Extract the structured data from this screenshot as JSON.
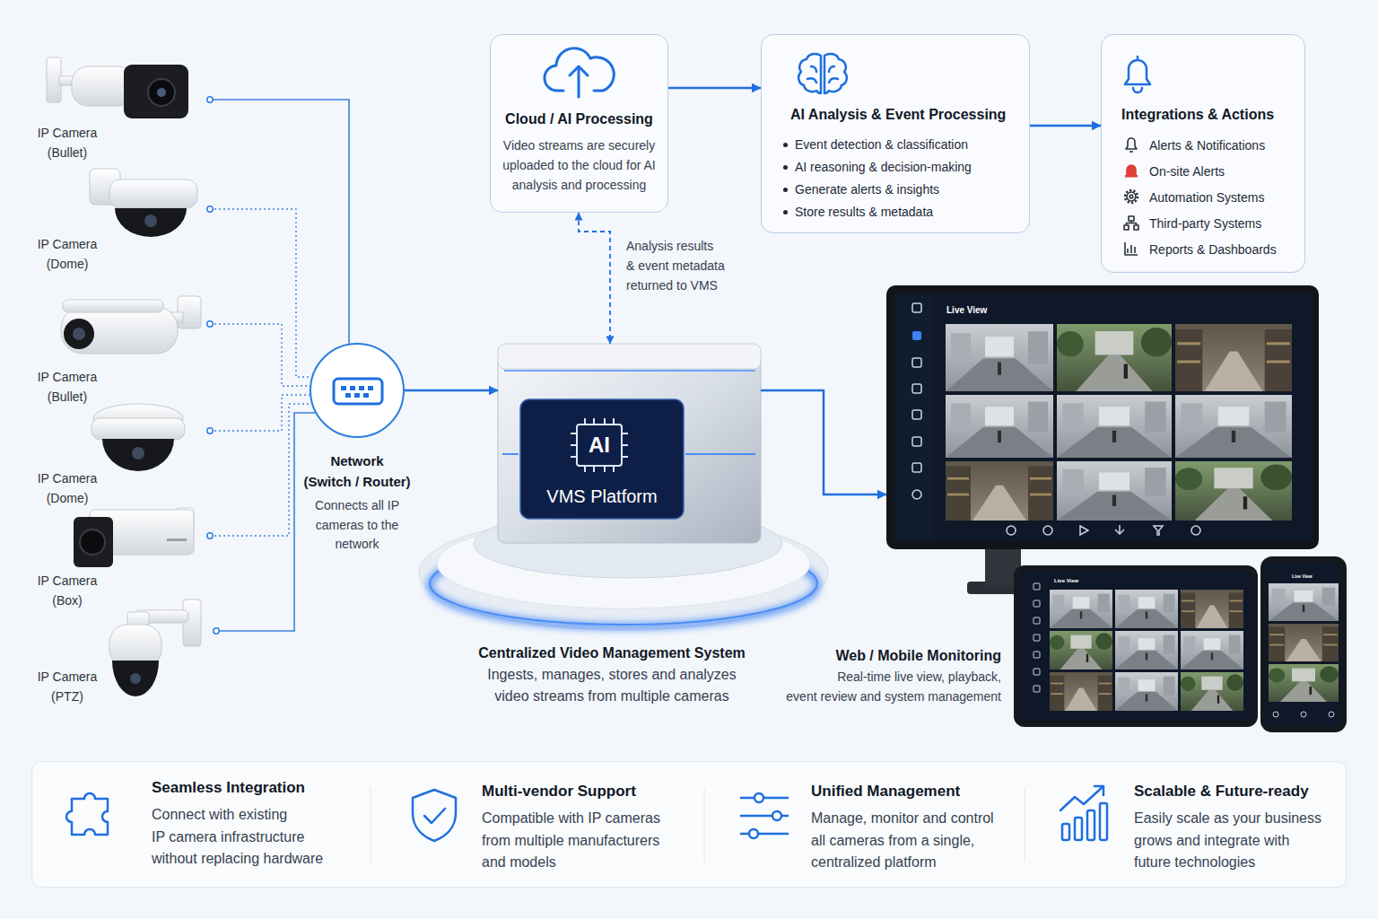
{
  "diagram": {
    "nodes": [
      {
        "text": [
          "IP Camera (Bullet)"
        ]
      },
      {
        "text": [
          "IP Camera (Dome)"
        ]
      },
      {
        "text": [
          "IP Camera (Bullet)"
        ]
      },
      {
        "text": [
          "IP Camera (Dome)"
        ]
      },
      {
        "text": [
          "IP Camera (Box)"
        ]
      },
      {
        "text": [
          "IP Camera (PTZ)"
        ]
      },
      {
        "text": [
          "Network (Switch / Router)",
          "Connects all IP cameras to the network"
        ]
      },
      {
        "text": [
          "Cloud / AI Processing",
          "Video streams are securely uploaded to the cloud for AI analysis and processing"
        ]
      },
      {
        "text": [
          "AI Analysis & Event Processing",
          "Event detection & classification",
          "AI reasoning & decision-making",
          "Generate alerts & insights",
          "Store results & metadata"
        ]
      },
      {
        "text": [
          "Integrations & Actions",
          "Alerts & Notifications",
          "On-site Alerts",
          "Automation Systems",
          "Third-party Systems",
          "Reports & Dashboards"
        ]
      },
      {
        "text": [
          "AI",
          "VMS Platform",
          "Centralized Video Management System",
          "Ingests, manages, stores and analyzes video streams from multiple cameras"
        ]
      },
      {
        "text": [
          "Web / Mobile Monitoring",
          "Real-time live view, playback, event review and system management"
        ]
      },
      {
        "text": [
          "Seamless Integration",
          "Connect with existing IP camera infrastructure without replacing hardware"
        ]
      },
      {
        "text": [
          "Multi-vendor Support",
          "Compatible with IP cameras from multiple manufacturers and models"
        ]
      },
      {
        "text": [
          "Unified Management",
          "Manage, monitor and control all cameras from a single, centralized platform"
        ]
      },
      {
        "text": [
          "Scalable & Future-ready",
          "Easily scale as your business grows and integrate with future technologies"
        ]
      }
    ],
    "edges": [
      {
        "from": 0,
        "to": 6,
        "arrow": "none"
      },
      {
        "from": 1,
        "to": 6,
        "arrow": "none"
      },
      {
        "from": 2,
        "to": 6,
        "arrow": "none"
      },
      {
        "from": 3,
        "to": 6,
        "arrow": "none"
      },
      {
        "from": 4,
        "to": 6,
        "arrow": "none"
      },
      {
        "from": 5,
        "to": 6,
        "arrow": "none"
      },
      {
        "from": 6,
        "to": 10,
        "arrow": "to"
      },
      {
        "from": 7,
        "to": 10,
        "label": "Analysis results & event metadata returned to VMS",
        "arrow": "both"
      },
      {
        "from": 7,
        "to": 8,
        "arrow": "to"
      },
      {
        "from": 8,
        "to": 9,
        "arrow": "to"
      },
      {
        "from": 10,
        "to": 11,
        "arrow": "to"
      }
    ],
    "labels": [
      "Live View",
      "Live View",
      "Live View"
    ]
  }
}
